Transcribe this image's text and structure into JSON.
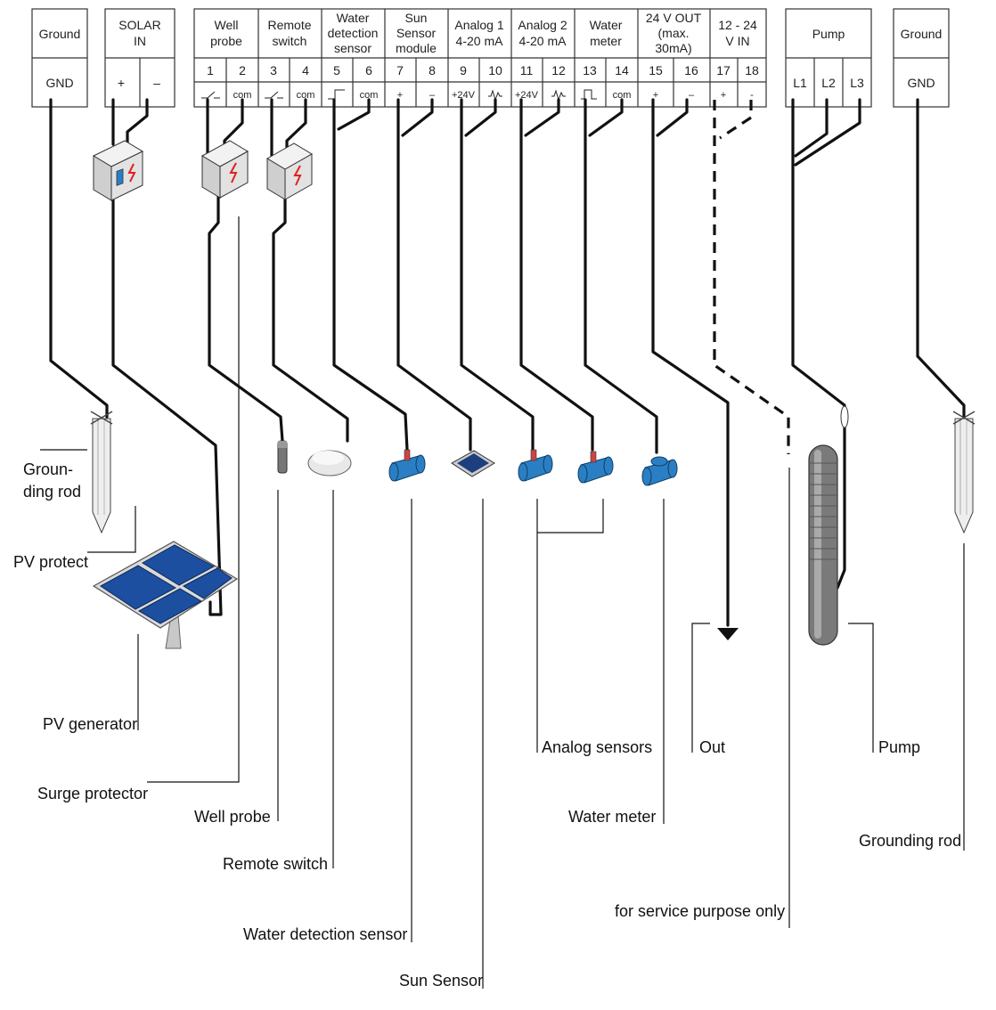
{
  "terminals": {
    "ground_left": {
      "title": "Ground",
      "pin": "GND"
    },
    "solar_in": {
      "title": [
        "SOLAR",
        "IN"
      ],
      "pins": [
        "+",
        "–"
      ]
    },
    "well_probe": {
      "title": [
        "Well",
        "probe"
      ],
      "nums": [
        "1",
        "2"
      ],
      "syms": [
        "",
        "com"
      ]
    },
    "remote_switch": {
      "title": [
        "Remote",
        "switch"
      ],
      "nums": [
        "3",
        "4"
      ],
      "syms": [
        "",
        "com"
      ]
    },
    "water_detection": {
      "title": [
        "Water",
        "detection",
        "sensor"
      ],
      "nums": [
        "5",
        "6"
      ],
      "syms": [
        "",
        "com"
      ]
    },
    "sun_sensor": {
      "title": [
        "Sun",
        "Sensor",
        "module"
      ],
      "nums": [
        "7",
        "8"
      ],
      "syms": [
        "+",
        "–"
      ]
    },
    "analog1": {
      "title": [
        "Analog 1",
        "4-20 mA"
      ],
      "nums": [
        "9",
        "10"
      ],
      "syms": [
        "+24V",
        ""
      ]
    },
    "analog2": {
      "title": [
        "Analog 2",
        "4-20 mA"
      ],
      "nums": [
        "11",
        "12"
      ],
      "syms": [
        "+24V",
        ""
      ]
    },
    "water_meter": {
      "title": [
        "Water",
        "meter"
      ],
      "nums": [
        "13",
        "14"
      ],
      "syms": [
        "",
        "com"
      ]
    },
    "out24": {
      "title": [
        "24 V OUT",
        "(max.",
        "30mA)"
      ],
      "nums": [
        "15",
        "16"
      ],
      "syms": [
        "+",
        "–"
      ]
    },
    "in1224": {
      "title": [
        "12 - 24",
        "V IN"
      ],
      "nums": [
        "17",
        "18"
      ],
      "syms": [
        "+",
        "-"
      ]
    },
    "pump": {
      "title": "Pump",
      "pins": [
        "L1",
        "L2",
        "L3"
      ]
    },
    "ground_right": {
      "title": "Ground",
      "pin": "GND"
    }
  },
  "labels": {
    "grounding_rod_left": [
      "Groun-",
      "ding rod"
    ],
    "pv_protect": "PV protect",
    "pv_generator": "PV generator",
    "surge_protector": "Surge protector",
    "well_probe": "Well probe",
    "remote_switch": "Remote switch",
    "water_detection_sensor": "Water detection sensor",
    "sun_sensor": "Sun Sensor",
    "analog_sensors": "Analog sensors",
    "water_meter": "Water meter",
    "out": "Out",
    "service": "for service purpose only",
    "pump": "Pump",
    "grounding_rod_right": "Grounding rod"
  },
  "colors": {
    "wire": "#111111",
    "sensor_blue": "#2a7fc4",
    "panel_blue": "#1d4fa0",
    "surge_red": "#e02020"
  }
}
